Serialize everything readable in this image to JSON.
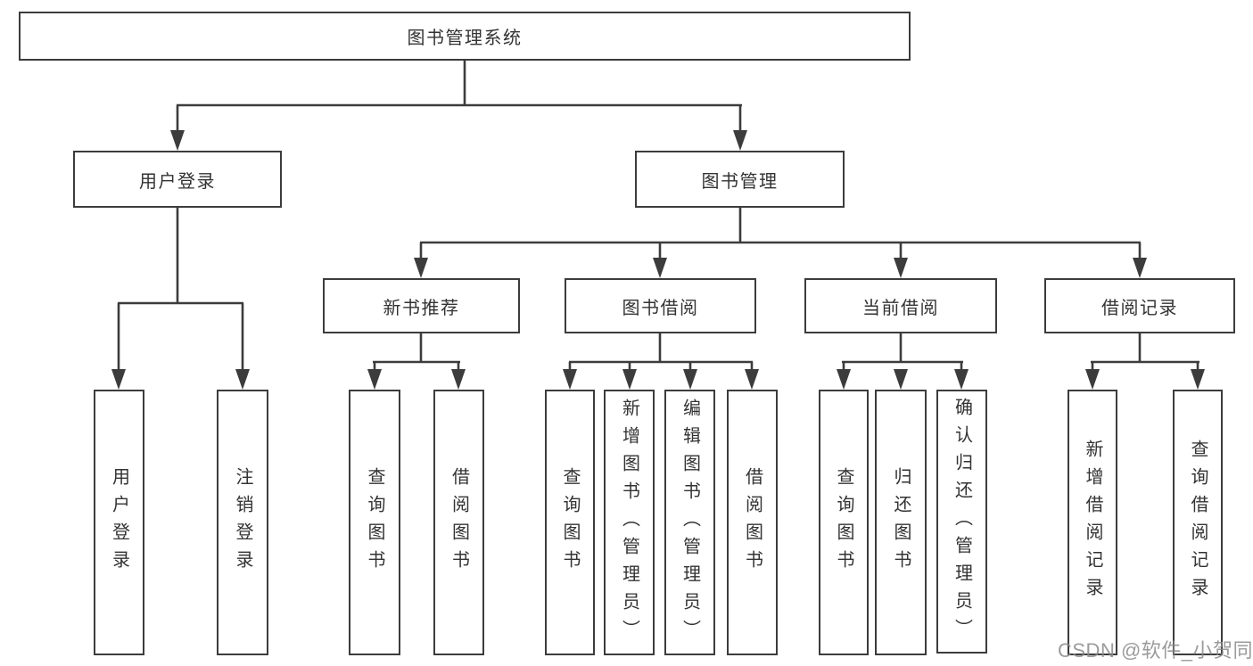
{
  "diagram": {
    "root": {
      "label": "图书管理系统"
    },
    "level2": [
      {
        "label": "用户登录"
      },
      {
        "label": "图书管理"
      }
    ],
    "level3": [
      {
        "label": "新书推荐",
        "parent": "图书管理"
      },
      {
        "label": "图书借阅",
        "parent": "图书管理"
      },
      {
        "label": "当前借阅",
        "parent": "图书管理"
      },
      {
        "label": "借阅记录",
        "parent": "图书管理"
      }
    ],
    "leaves": [
      {
        "label": "用户登录",
        "parent": "用户登录"
      },
      {
        "label": "注销登录",
        "parent": "用户登录"
      },
      {
        "label": "查询图书",
        "parent": "新书推荐"
      },
      {
        "label": "借阅图书",
        "parent": "新书推荐"
      },
      {
        "label": "查询图书",
        "parent": "图书借阅"
      },
      {
        "label": "新增图书（管理员）",
        "parent": "图书借阅"
      },
      {
        "label": "编辑图书（管理员）",
        "parent": "图书借阅"
      },
      {
        "label": "借阅图书",
        "parent": "图书借阅"
      },
      {
        "label": "查询图书",
        "parent": "当前借阅"
      },
      {
        "label": "归还图书",
        "parent": "当前借阅"
      },
      {
        "label": "确认归还（管理员）",
        "parent": "当前借阅"
      },
      {
        "label": "新增借阅记录",
        "parent": "借阅记录"
      },
      {
        "label": "查询借阅记录",
        "parent": "借阅记录"
      }
    ]
  },
  "watermark": "CSDN @软件_小贺同学",
  "colors": {
    "line": "#3c3c3c",
    "text": "#333333",
    "watermark": "#8a8a8a",
    "background": "#ffffff"
  }
}
